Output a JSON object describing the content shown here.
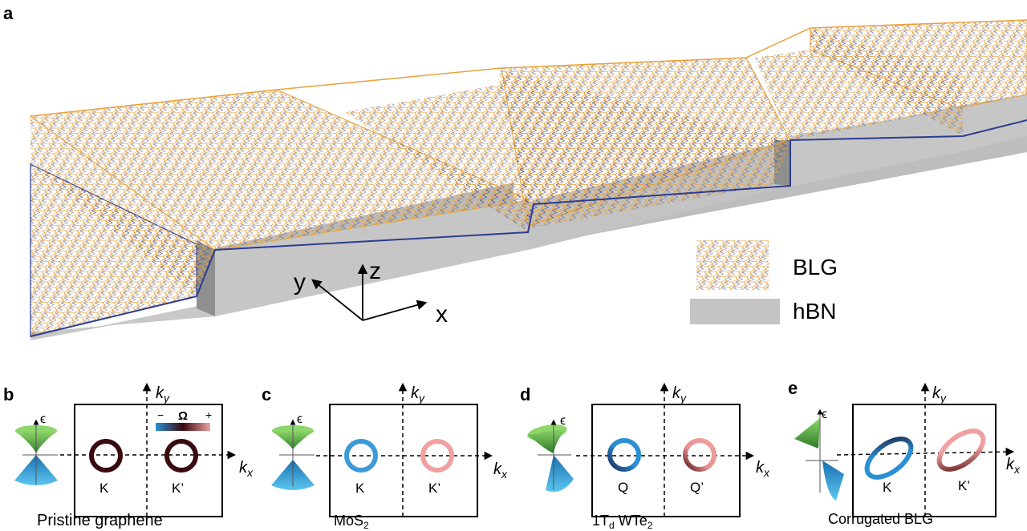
{
  "panel_a": {
    "label": "a",
    "axes": {
      "x": "x",
      "y": "y",
      "z": "z"
    },
    "legend": [
      {
        "label": "BLG",
        "color": "#2b3c8f",
        "secondary_color": "#e8a23a"
      },
      {
        "label": "hBN",
        "color": "#c4c4c4"
      }
    ]
  },
  "panels": [
    {
      "label": "b",
      "caption": "Pristine graphene",
      "valley_left": "K",
      "valley_right": "K’",
      "colorbar": {
        "minus": "−",
        "symbol": "Ω",
        "plus": "+"
      }
    },
    {
      "label": "c",
      "caption_main": "MoS",
      "caption_sub": "2",
      "valley_left": "K",
      "valley_right": "K’"
    },
    {
      "label": "d",
      "caption_pre": "1T",
      "caption_sub1": "d",
      "caption_mid": " WTe",
      "caption_sub2": "2",
      "valley_left": "Q",
      "valley_right": "Q’"
    },
    {
      "label": "e",
      "caption": "Corrugated BLG",
      "valley_left": "K",
      "valley_right": "K’"
    }
  ],
  "axis_labels": {
    "ky_main": "k",
    "ky_sub": "y",
    "kx_main": "k",
    "kx_sub": "x",
    "energy": "ϵ"
  },
  "colors": {
    "berry_negative": "#2a8fd4",
    "berry_zero": "#3a0a10",
    "berry_positive": "#f0a0a0",
    "cone_top": "#6cc04a",
    "cone_bottom": "#2a9ad6"
  }
}
